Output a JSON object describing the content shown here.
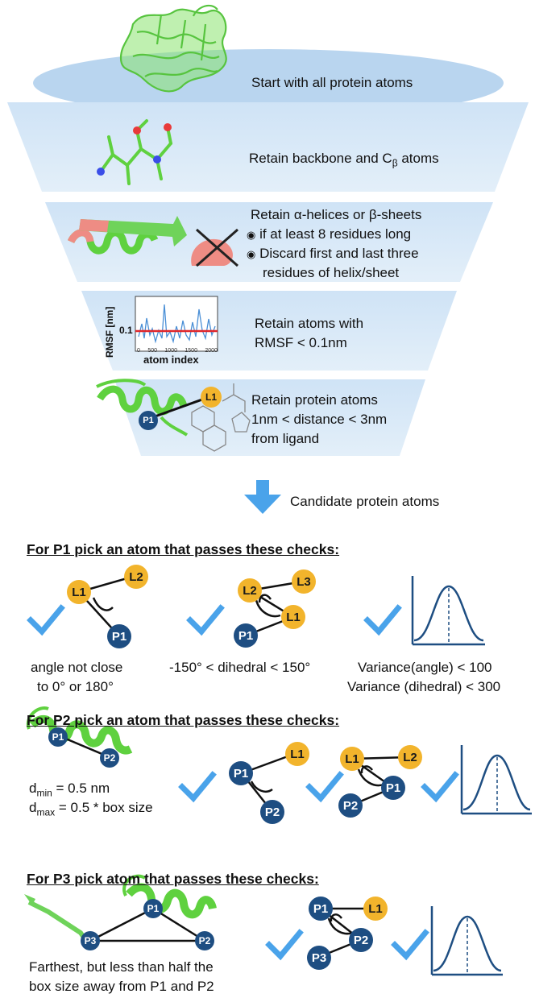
{
  "funnel": {
    "steps": [
      {
        "text": "Start with all protein atoms"
      },
      {
        "text": "Retain backbone and C",
        "sub": "β",
        "tail": " atoms"
      },
      {
        "lines": [
          "Retain α-helices or β-sheets",
          "if at least 8 residues long",
          "Discard first and last three",
          "residues of helix/sheet"
        ]
      },
      {
        "lines": [
          "Retain atoms with",
          "RMSF < 0.1nm"
        ]
      },
      {
        "lines": [
          "Retain protein  atoms",
          "1nm < distance < 3nm",
          "from ligand"
        ]
      }
    ],
    "rmsf_plot": {
      "ylabel": "RMSF [nm]",
      "xlabel": "atom index",
      "threshold_label": "0.1",
      "xticks": [
        "0",
        "500",
        "1000",
        "1500",
        "2000"
      ]
    },
    "ligand_label": "L1",
    "protein_label": "P1"
  },
  "arrow_label": "Candidate protein atoms",
  "p1": {
    "heading": "For P1 pick an atom that passes these checks:",
    "angle_caption": [
      "angle not close",
      "to 0° or 180°"
    ],
    "dihedral_caption": "-150° < dihedral < 150°",
    "variance_caption": [
      "Variance(angle) < 100",
      "Variance (dihedral) < 300"
    ],
    "nodes": {
      "L1": "L1",
      "L2": "L2",
      "L3": "L3",
      "P1": "P1"
    }
  },
  "p2": {
    "heading": "For P2 pick an atom that passes these checks:",
    "dmin_prefix": "d",
    "dmin_sub": "min",
    "dmin_value": " = 0.5 nm",
    "dmax_prefix": "d",
    "dmax_sub": "max",
    "dmax_value": " = 0.5 * box size",
    "nodes": {
      "P1": "P1",
      "P2": "P2",
      "L1": "L1",
      "L2": "L2"
    }
  },
  "p3": {
    "heading": "For P3 pick atom that passes these checks:",
    "caption": [
      "Farthest, but less than half the",
      "box size away from P1 and P2"
    ],
    "nodes": {
      "P1": "P1",
      "P2": "P2",
      "P3": "P3",
      "L1": "L1"
    }
  },
  "colors": {
    "funnel_light": "#d9e9f8",
    "funnel_top": "#b8d4ee",
    "check": "#4aa3ea",
    "ligand": "#f2b42c",
    "protein": "#1e4e82",
    "helix_green": "#6fd35a",
    "salmon": "#ee8c84"
  }
}
